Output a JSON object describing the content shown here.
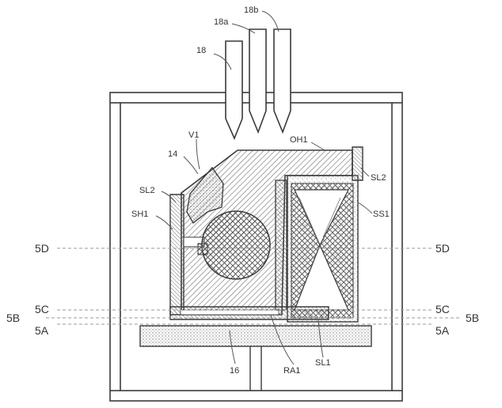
{
  "colors": {
    "line": "#3a3a3a",
    "hatch": "#8a8a8a",
    "dash": "#9a9a9a",
    "background": "#ffffff"
  },
  "labels": {
    "p18": "18",
    "p18a": "18a",
    "p18b": "18b",
    "v1": "V1",
    "oh1": "OH1",
    "p14": "14",
    "sl2_left": "SL2",
    "sl2_right": "SL2",
    "sh1": "SH1",
    "ss1": "SS1",
    "d5_left": "5D",
    "d5_right": "5D",
    "c5_left": "5C",
    "c5_right": "5C",
    "b5_left": "5B",
    "b5_right": "5B",
    "a5_left": "5A",
    "a5_right": "5A",
    "p16": "16",
    "ra1": "RA1",
    "sl1": "SL1"
  }
}
